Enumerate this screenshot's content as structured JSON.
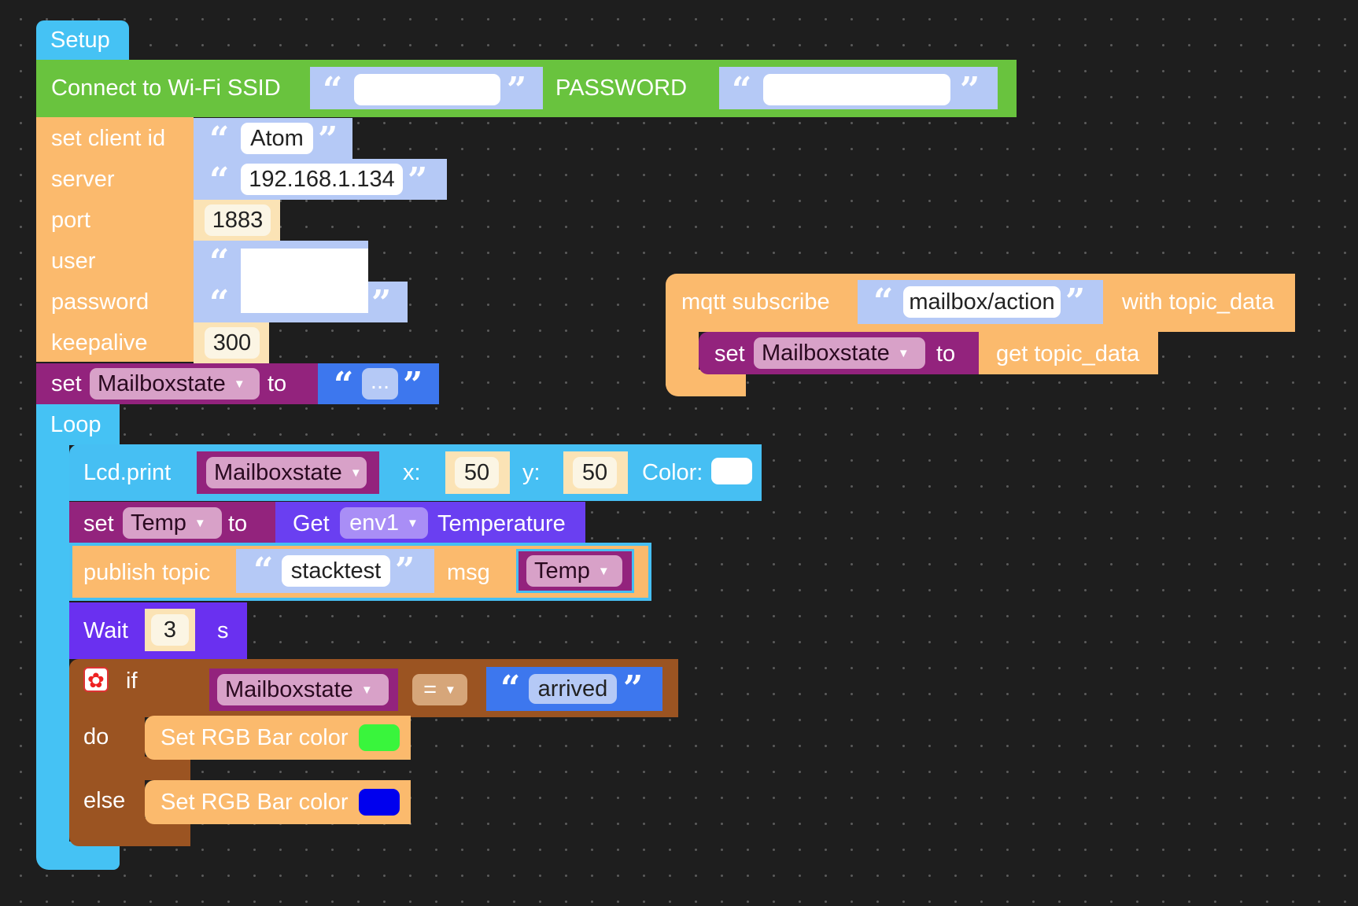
{
  "setup": {
    "hat_label": "Setup",
    "wifi": {
      "label": "Connect to Wi-Fi SSID",
      "ssid": "",
      "password_label": "PASSWORD",
      "password": ""
    },
    "mqtt": {
      "client_id_label": "set client id",
      "client_id": "Atom",
      "server_label": "server",
      "server": "192.168.1.134",
      "port_label": "port",
      "port": "1883",
      "user_label": "user",
      "user": "",
      "password_label": "password",
      "password": "",
      "keepalive_label": "keepalive",
      "keepalive": "300"
    },
    "set_var": {
      "set_label": "set",
      "variable": "Mailboxstate",
      "to_label": "to",
      "value": "..."
    }
  },
  "loop": {
    "hat_label": "Loop",
    "lcd": {
      "label": "Lcd.print",
      "variable": "Mailboxstate",
      "x_label": "x:",
      "x": "50",
      "y_label": "y:",
      "y": "50",
      "color_label": "Color:",
      "color": "#ffffff"
    },
    "set_temp": {
      "set_label": "set",
      "variable": "Temp",
      "to_label": "to",
      "get_label": "Get",
      "sensor": "env1",
      "measure": "Temperature"
    },
    "publish": {
      "label": "publish topic",
      "topic": "stacktest",
      "msg_label": "msg",
      "msg_var": "Temp"
    },
    "wait": {
      "label": "Wait",
      "value": "3",
      "unit": "s"
    },
    "if_block": {
      "if_label": "if",
      "variable": "Mailboxstate",
      "operator": "=",
      "compare_value": "arrived",
      "do_label": "do",
      "do_action": "Set RGB Bar color",
      "do_color": "#39f53c",
      "else_label": "else",
      "else_action": "Set RGB Bar color",
      "else_color": "#0000ee"
    }
  },
  "subscribe": {
    "label": "mqtt subscribe",
    "topic": "mailbox/action",
    "with_label": "with topic_data",
    "set_label": "set",
    "variable": "Mailboxstate",
    "to_label": "to",
    "value_label": "get topic_data"
  },
  "colors": {
    "event": "#45c2f4",
    "wifi": "#69c33e",
    "mqtt": "#fbba6d",
    "text": "#b5c9f6",
    "variable": "#93237d",
    "lcd": "#46bff3",
    "sensor": "#6a3ff1",
    "wait": "#6a30f0",
    "logic": "#9b5422",
    "text_dark": "#3d77ee"
  }
}
